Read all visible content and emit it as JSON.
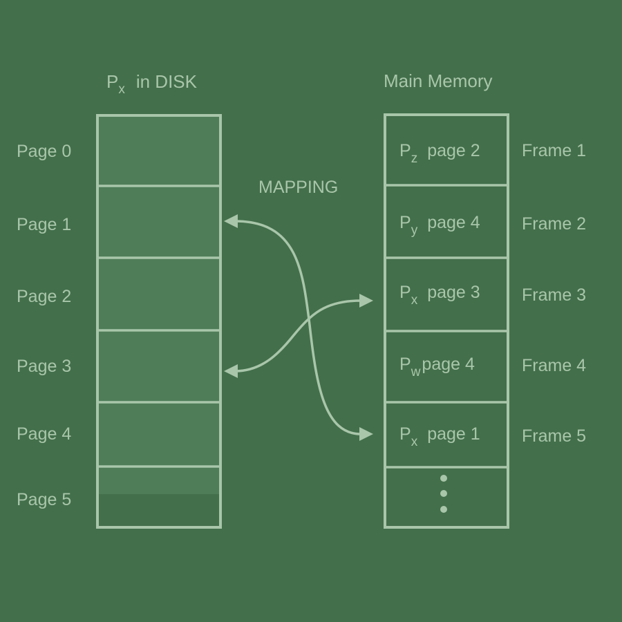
{
  "disk": {
    "title_main": "P",
    "title_sub": "x",
    "title_rest": "in DISK",
    "pages": [
      "Page 0",
      "Page 1",
      "Page 2",
      "Page 3",
      "Page 4",
      "Page 5"
    ]
  },
  "mapping_label": "MAPPING",
  "memory": {
    "title": "Main Memory",
    "cells": [
      {
        "p": "P",
        "sub": "z",
        "page": "page 2"
      },
      {
        "p": "P",
        "sub": "y",
        "page": "page 4"
      },
      {
        "p": "P",
        "sub": "x",
        "page": "page 3"
      },
      {
        "p": "P",
        "sub": "w",
        "page": "page 4"
      },
      {
        "p": "P",
        "sub": "x",
        "page": "page 1"
      }
    ],
    "frames": [
      "Frame 1",
      "Frame 2",
      "Frame 3",
      "Frame 4",
      "Frame 5"
    ]
  },
  "colors": {
    "background": "#436f4b",
    "foreground": "#a9c6aa",
    "disk_fill": "#4f7d58"
  }
}
